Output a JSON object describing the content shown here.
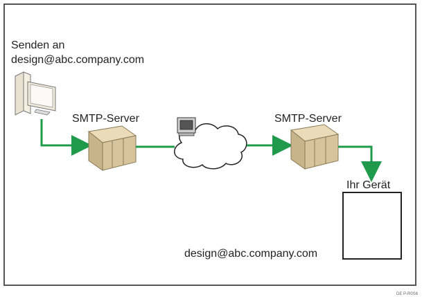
{
  "sender": {
    "line1": "Senden an",
    "line2": "design@abc.company.com"
  },
  "servers": {
    "left_label": "SMTP-Server",
    "right_label": "SMTP-Server"
  },
  "device": {
    "label": "Ihr Gerät",
    "address": "design@abc.company.com"
  },
  "figure_code": "DE P-R0S8",
  "colors": {
    "arrow": "#1f9a4a",
    "server_box": "#d7c49d",
    "frame": "#555555"
  }
}
